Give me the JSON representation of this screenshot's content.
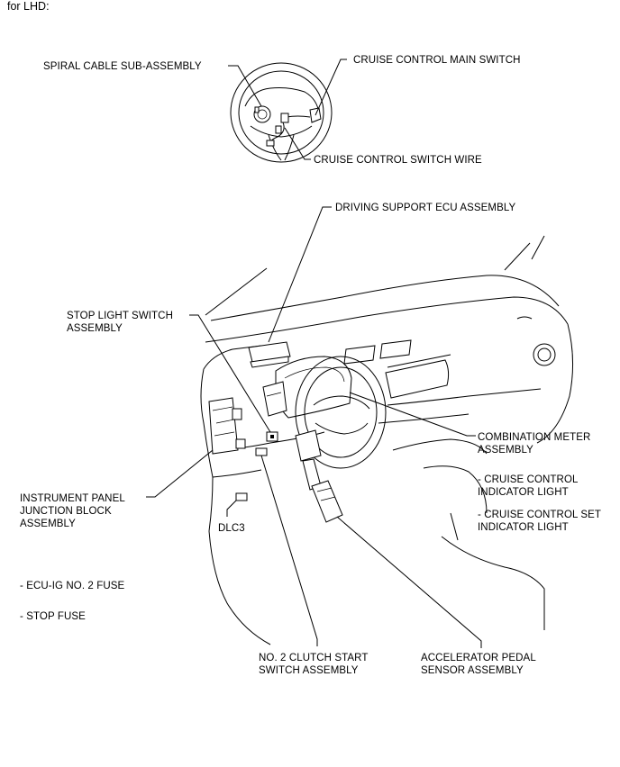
{
  "header": "for LHD:",
  "labels": {
    "spiral_cable": "SPIRAL CABLE SUB-ASSEMBLY",
    "cruise_main_switch": "CRUISE CONTROL MAIN SWITCH",
    "cruise_switch_wire": "CRUISE CONTROL SWITCH WIRE",
    "driving_support_ecu": "DRIVING SUPPORT ECU ASSEMBLY",
    "stop_light_switch": "STOP LIGHT SWITCH\nASSEMBLY",
    "combination_meter": "COMBINATION METER\nASSEMBLY",
    "cruise_indicator": "- CRUISE CONTROL\nINDICATOR LIGHT",
    "cruise_set_indicator": "- CRUISE CONTROL SET\nINDICATOR LIGHT",
    "junction_block": "INSTRUMENT PANEL\nJUNCTION BLOCK\nASSEMBLY",
    "dlc3": "DLC3",
    "ecu_ig_fuse": "- ECU-IG NO. 2 FUSE",
    "stop_fuse": "- STOP FUSE",
    "clutch_switch": "NO. 2 CLUTCH START\nSWITCH ASSEMBLY",
    "accel_pedal": "ACCELERATOR PEDAL\nSENSOR ASSEMBLY"
  }
}
